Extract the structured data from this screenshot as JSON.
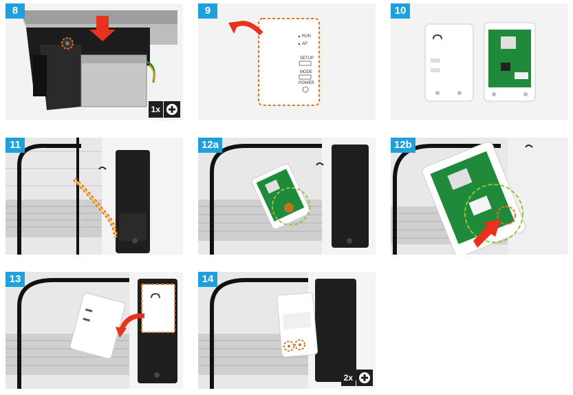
{
  "steps": [
    {
      "label": "8",
      "quantity": "1x",
      "screw_icon": "screw-plus-icon"
    },
    {
      "label": "9",
      "module_text": {
        "led1": "RUN",
        "led2": "AP",
        "btn1": "SETUP",
        "btn2": "MODE",
        "btn3": "POWER"
      }
    },
    {
      "label": "10"
    },
    {
      "label": "11"
    },
    {
      "label": "12a"
    },
    {
      "label": "12b"
    },
    {
      "label": "13"
    },
    {
      "label": "14",
      "quantity": "2x",
      "screw_icon": "screw-plus-icon"
    }
  ],
  "colors": {
    "badge": "#1ea0dc",
    "arrow": "#e8321e",
    "highlight_orange": "#e8711a",
    "highlight_green": "#8dc63f",
    "quantity_badge": "#1f1f1f"
  }
}
